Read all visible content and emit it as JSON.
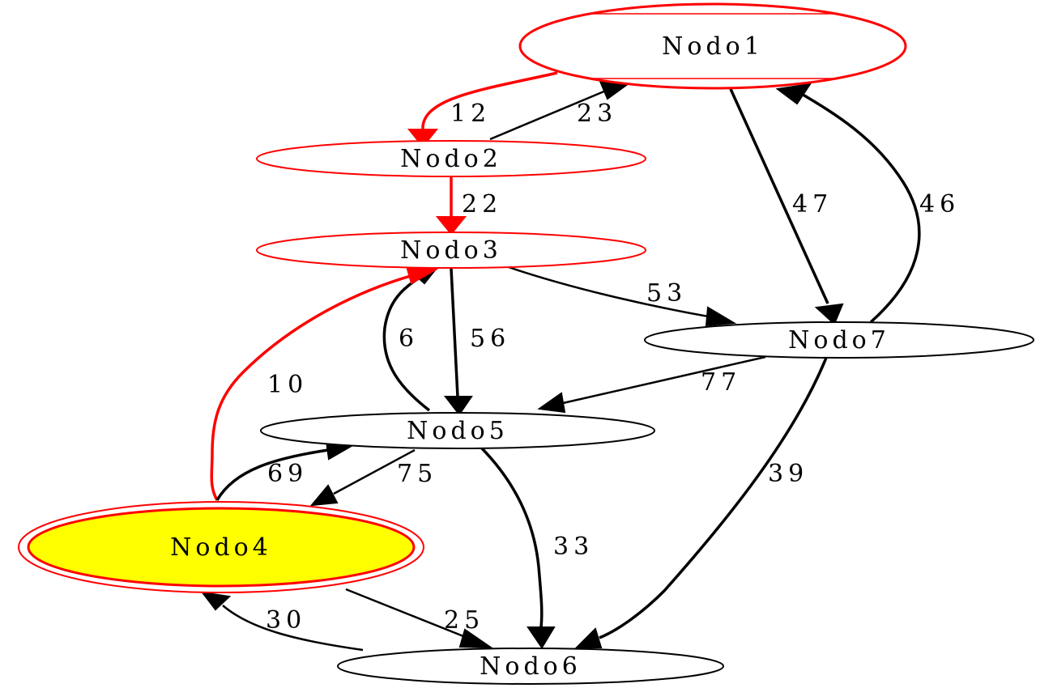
{
  "colors": {
    "highlight": "#ff0000",
    "default": "#000000",
    "target_fill": "#ffff00",
    "background": "#ffffff"
  },
  "nodes": {
    "nodo1": {
      "label": "Nodo1",
      "style": "highlighted-record"
    },
    "nodo2": {
      "label": "Nodo2",
      "style": "highlighted"
    },
    "nodo3": {
      "label": "Nodo3",
      "style": "highlighted"
    },
    "nodo4": {
      "label": "Nodo4",
      "style": "double-filled"
    },
    "nodo5": {
      "label": "Nodo5",
      "style": "normal"
    },
    "nodo6": {
      "label": "Nodo6",
      "style": "normal"
    },
    "nodo7": {
      "label": "Nodo7",
      "style": "normal"
    }
  },
  "edges": [
    {
      "id": "e1_2",
      "from": "Nodo1",
      "to": "Nodo2",
      "weight": "12",
      "highlighted": true
    },
    {
      "id": "e2_1",
      "from": "Nodo2",
      "to": "Nodo1",
      "weight": "23",
      "highlighted": false
    },
    {
      "id": "e2_3",
      "from": "Nodo2",
      "to": "Nodo3",
      "weight": "22",
      "highlighted": true
    },
    {
      "id": "e1_7",
      "from": "Nodo1",
      "to": "Nodo7",
      "weight": "47",
      "highlighted": false
    },
    {
      "id": "e7_1",
      "from": "Nodo7",
      "to": "Nodo1",
      "weight": "46",
      "highlighted": false
    },
    {
      "id": "e3_7",
      "from": "Nodo3",
      "to": "Nodo7",
      "weight": "53",
      "highlighted": false
    },
    {
      "id": "e3_5",
      "from": "Nodo3",
      "to": "Nodo5",
      "weight": "56",
      "highlighted": false
    },
    {
      "id": "e5_3",
      "from": "Nodo5",
      "to": "Nodo3",
      "weight": "6",
      "highlighted": false
    },
    {
      "id": "e4_3",
      "from": "Nodo4",
      "to": "Nodo3",
      "weight": "10",
      "highlighted": true
    },
    {
      "id": "e7_5",
      "from": "Nodo7",
      "to": "Nodo5",
      "weight": "77",
      "highlighted": false
    },
    {
      "id": "e7_6",
      "from": "Nodo7",
      "to": "Nodo6",
      "weight": "39",
      "highlighted": false
    },
    {
      "id": "e4_5",
      "from": "Nodo4",
      "to": "Nodo5",
      "weight": "69",
      "highlighted": false
    },
    {
      "id": "e5_4",
      "from": "Nodo5",
      "to": "Nodo4",
      "weight": "75",
      "highlighted": false
    },
    {
      "id": "e5_6",
      "from": "Nodo5",
      "to": "Nodo6",
      "weight": "33",
      "highlighted": false
    },
    {
      "id": "e4_6",
      "from": "Nodo4",
      "to": "Nodo6",
      "weight": "25",
      "highlighted": false
    },
    {
      "id": "e6_4",
      "from": "Nodo6",
      "to": "Nodo4",
      "weight": "30",
      "highlighted": false
    }
  ]
}
